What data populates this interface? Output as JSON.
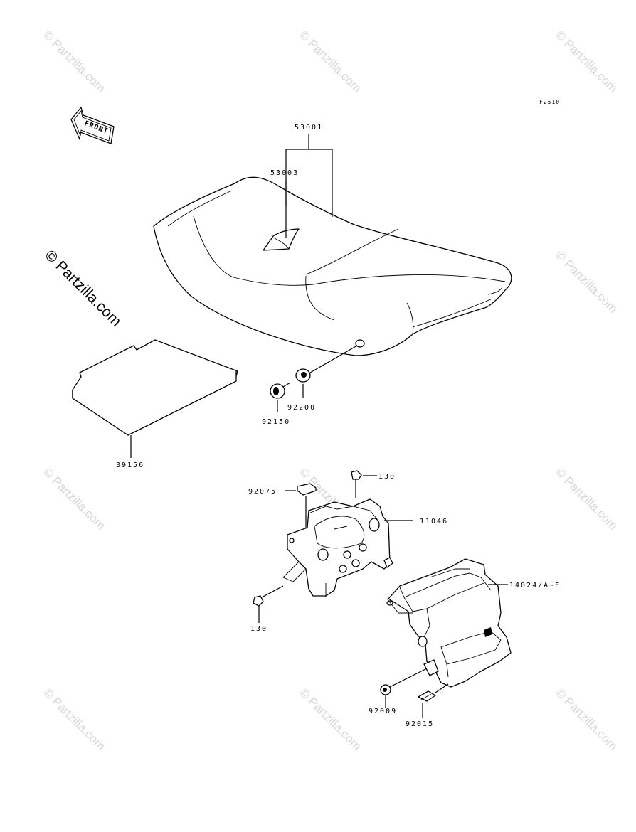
{
  "diagram_code": "F2510",
  "front_arrow_label": "FRONT",
  "watermark_text": "© Partzilla.com",
  "parts": {
    "seat_assy": "53001",
    "seat_label": "53003",
    "seat_tray": "39156",
    "bolt_seat": "92150",
    "damper_seat": "92200",
    "bolt_upper": "130",
    "damper_bracket": "92075",
    "bracket": "11046",
    "cover": "14024/A~E",
    "bolt_lower": "130",
    "bolt_cover": "92009",
    "clip": "92015"
  }
}
